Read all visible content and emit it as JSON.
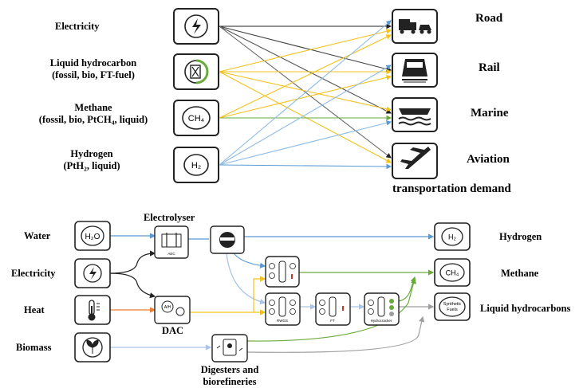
{
  "top": {
    "sources": [
      {
        "name": "Electricity",
        "sub": ""
      },
      {
        "name": "Liquid hydrocarbon",
        "sub": "(fossil, bio, FT-fuel)"
      },
      {
        "name": "Methane",
        "sub": "(fossil, bio, PtCH₄, liquid)"
      },
      {
        "name": "Hydrogen",
        "sub": "(PtH₂, liquid)"
      }
    ],
    "icon_text": {
      "methane": "CH₄",
      "hydrogen": "H₂"
    },
    "destinations": [
      "Road",
      "Rail",
      "Marine",
      "Aviation"
    ],
    "footer": "transportation demand"
  },
  "bottom": {
    "inputs": [
      "Water",
      "Electricity",
      "Heat",
      "Biomass"
    ],
    "electrolyser_label": "Electrolyser",
    "dac_label": "DAC",
    "digesters_label": [
      "Digesters and",
      "biorefineries"
    ],
    "outputs": [
      "Hydrogen",
      "Methane",
      "Liquid hydrocarbons"
    ],
    "icon_text": {
      "water": "H₂O",
      "hydrogen": "H₂",
      "methane": "CH₄",
      "synthetic_fuels": [
        "Synthetic",
        "Fuels"
      ],
      "aec": "AEC",
      "dac_inner": "A/H",
      "rwgs": "RWGS",
      "ft": "FT",
      "hydrocracker": "Hydrocracker"
    }
  },
  "colors": {
    "electricity": "#222222",
    "liquid": "#f2c21b",
    "methane": "#6aaa3c",
    "hydrogen": "#5b9bd5",
    "heat": "#ed7d31",
    "biomass": "#a9c4e6",
    "gray": "#9e9e9e"
  }
}
